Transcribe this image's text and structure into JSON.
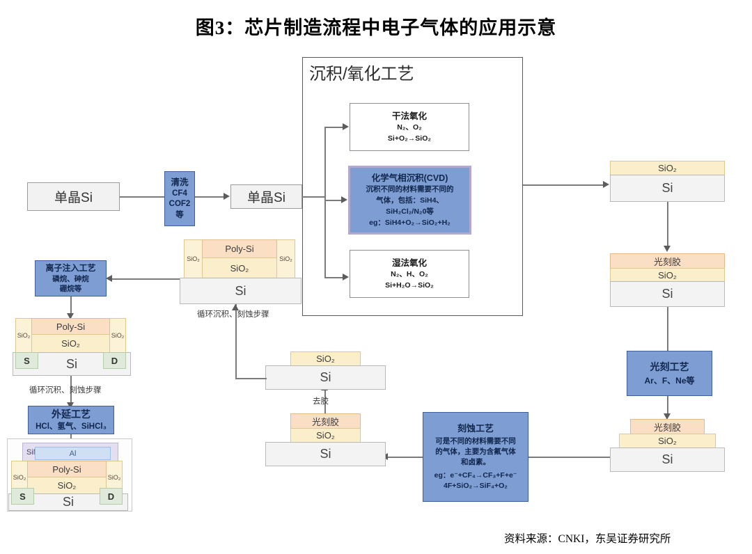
{
  "figure": {
    "title": "图3：芯片制造流程中电子气体的应用示意",
    "source": "资料来源：CNKI，东吴证券研究所"
  },
  "group": {
    "deposition_title": "沉积/氧化工艺"
  },
  "nodes": {
    "mono_si_start": {
      "label": "单晶Si"
    },
    "cleaning": {
      "title": "清洗",
      "line2": "CF4",
      "line3": "COF2",
      "line4": "等"
    },
    "mono_si_cleaned": {
      "label": "单晶Si"
    },
    "dry_oxidation": {
      "title": "干法氧化",
      "gases": "N₂、O₂",
      "reaction": "Si+O₂→SiO₂"
    },
    "cvd": {
      "title": "化学气相沉积(CVD)",
      "line2": "沉积不同的材料需要不同的",
      "line3": "气体，包括：SiH4、",
      "line4": "SiH₂Cl₂/N₂0等",
      "line5": "eg：SiH4+O₂→SiO₂+H₂"
    },
    "wet_oxidation": {
      "title": "湿法氧化",
      "gases": "N₂、H、O₂",
      "reaction": "Si+H₂O→SiO₂"
    },
    "ion_implantation": {
      "title": "离子注入工艺",
      "line2": "磷烷、砷烷",
      "line3": "硼烷等"
    },
    "epitaxy": {
      "title": "外延工艺",
      "line2": "HCl、氢气、SiHCl₃"
    },
    "lithography": {
      "title": "光刻工艺",
      "line2": "Ar、F、Ne等"
    },
    "etching": {
      "title": "刻蚀工艺",
      "line2": "可是不同的材料需要不同",
      "line3": "的气体，主要为含氟气体",
      "line4": "和卤素。",
      "line5": "eg：e⁻+CF₄→CF₃+F+e⁻",
      "line6": "4F+SiO₂→SiF₄+O₂"
    }
  },
  "labels": {
    "si": "Si",
    "sio2": "SiO₂",
    "poly_si": "Poly-Si",
    "photoresist": "光刻胶",
    "sin": "SiN",
    "al": "Al",
    "source_s": "S",
    "drain_d": "D"
  },
  "captions": {
    "cycle_deposit_etch_mid": "循环沉积、刻蚀步骤",
    "cycle_deposit_etch_left": "循环沉积、刻蚀步骤",
    "strip_resist": "去胶"
  },
  "colors": {
    "blue_fill": "#7e9dd2",
    "blue_border": "#3c5f9b",
    "cvd_border": "#b3a9cf",
    "sio2_fill": "#fbeecb",
    "poly_fill": "#fadfc4",
    "photoresist_fill": "#fadfc4",
    "si_fill": "#f3f3f3",
    "sd_fill": "#dfeada",
    "sin_fill": "#e3def0",
    "al_fill": "#cfe0f4",
    "line": "#7a7a7a"
  }
}
